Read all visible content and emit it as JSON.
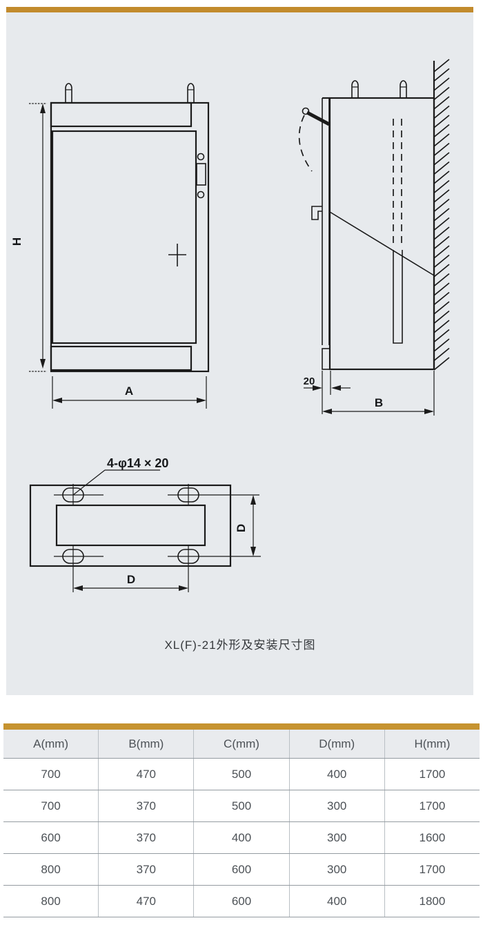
{
  "colors": {
    "accent_gold": "#c28b2d",
    "panel_background": "#e7eaed",
    "line_art": "#1b1b1b",
    "table_text": "#4c5156"
  },
  "drawing": {
    "caption": "XL(F)-21外形及安装尺寸图",
    "front_view": {
      "height_label": "H",
      "width_label": "A"
    },
    "side_view": {
      "gap_label": "20",
      "depth_label": "B"
    },
    "base_view": {
      "holes_label": "4-φ14 × 20",
      "vertical_label": "D",
      "horizontal_label": "D"
    }
  },
  "table": {
    "columns": [
      "A(mm)",
      "B(mm)",
      "C(mm)",
      "D(mm)",
      "H(mm)"
    ],
    "rows": [
      [
        "700",
        "470",
        "500",
        "400",
        "1700"
      ],
      [
        "700",
        "370",
        "500",
        "300",
        "1700"
      ],
      [
        "600",
        "370",
        "400",
        "300",
        "1600"
      ],
      [
        "800",
        "370",
        "600",
        "300",
        "1700"
      ],
      [
        "800",
        "470",
        "600",
        "400",
        "1800"
      ]
    ]
  }
}
